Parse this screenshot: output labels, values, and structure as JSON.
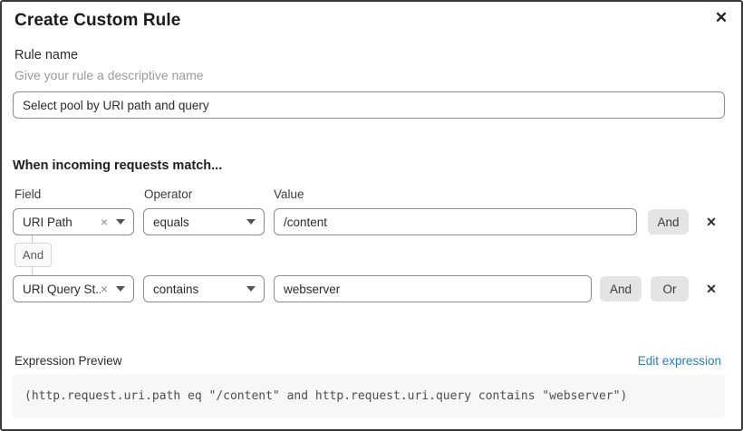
{
  "dialog": {
    "title": "Create Custom Rule",
    "close_icon": "✕"
  },
  "rule_name": {
    "label": "Rule name",
    "helper": "Give your rule a descriptive name",
    "value": "Select pool by URI path and query"
  },
  "match_section": {
    "heading": "When incoming requests match...",
    "columns": {
      "field": "Field",
      "operator": "Operator",
      "value": "Value"
    },
    "rows": [
      {
        "field": "URI Path",
        "operator": "equals",
        "value": "/content",
        "and_label": "And",
        "delete_icon": "✕",
        "clear_icon": "×"
      },
      {
        "field": "URI Query St...",
        "operator": "contains",
        "value": "webserver",
        "and_label": "And",
        "or_label": "Or",
        "delete_icon": "✕",
        "clear_icon": "×"
      }
    ],
    "connector_label": "And"
  },
  "expression": {
    "label": "Expression Preview",
    "edit_link": "Edit expression",
    "code": "(http.request.uri.path eq \"/content\" and http.request.uri.query contains \"webserver\")"
  },
  "colors": {
    "link_blue": "#2f7bbf",
    "border_gray": "#8d8d8d",
    "button_gray": "#e4e4e4",
    "code_background": "#f7f7f7",
    "dialog_border": "#3a3a3a"
  }
}
